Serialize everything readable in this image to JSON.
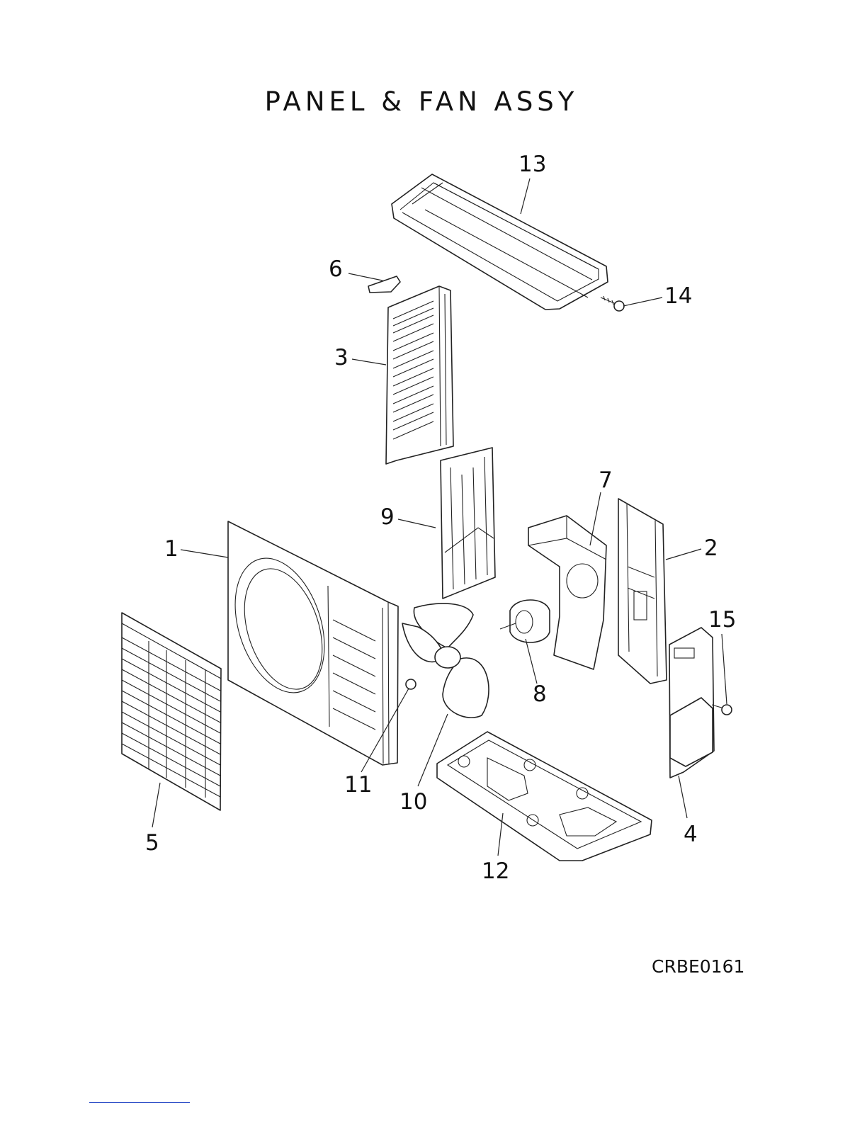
{
  "title": "PANEL & FAN ASSY",
  "drawing_code": "CRBE0161",
  "callouts": [
    "1",
    "2",
    "3",
    "4",
    "5",
    "6",
    "7",
    "8",
    "9",
    "10",
    "11",
    "12",
    "13",
    "14",
    "15"
  ]
}
